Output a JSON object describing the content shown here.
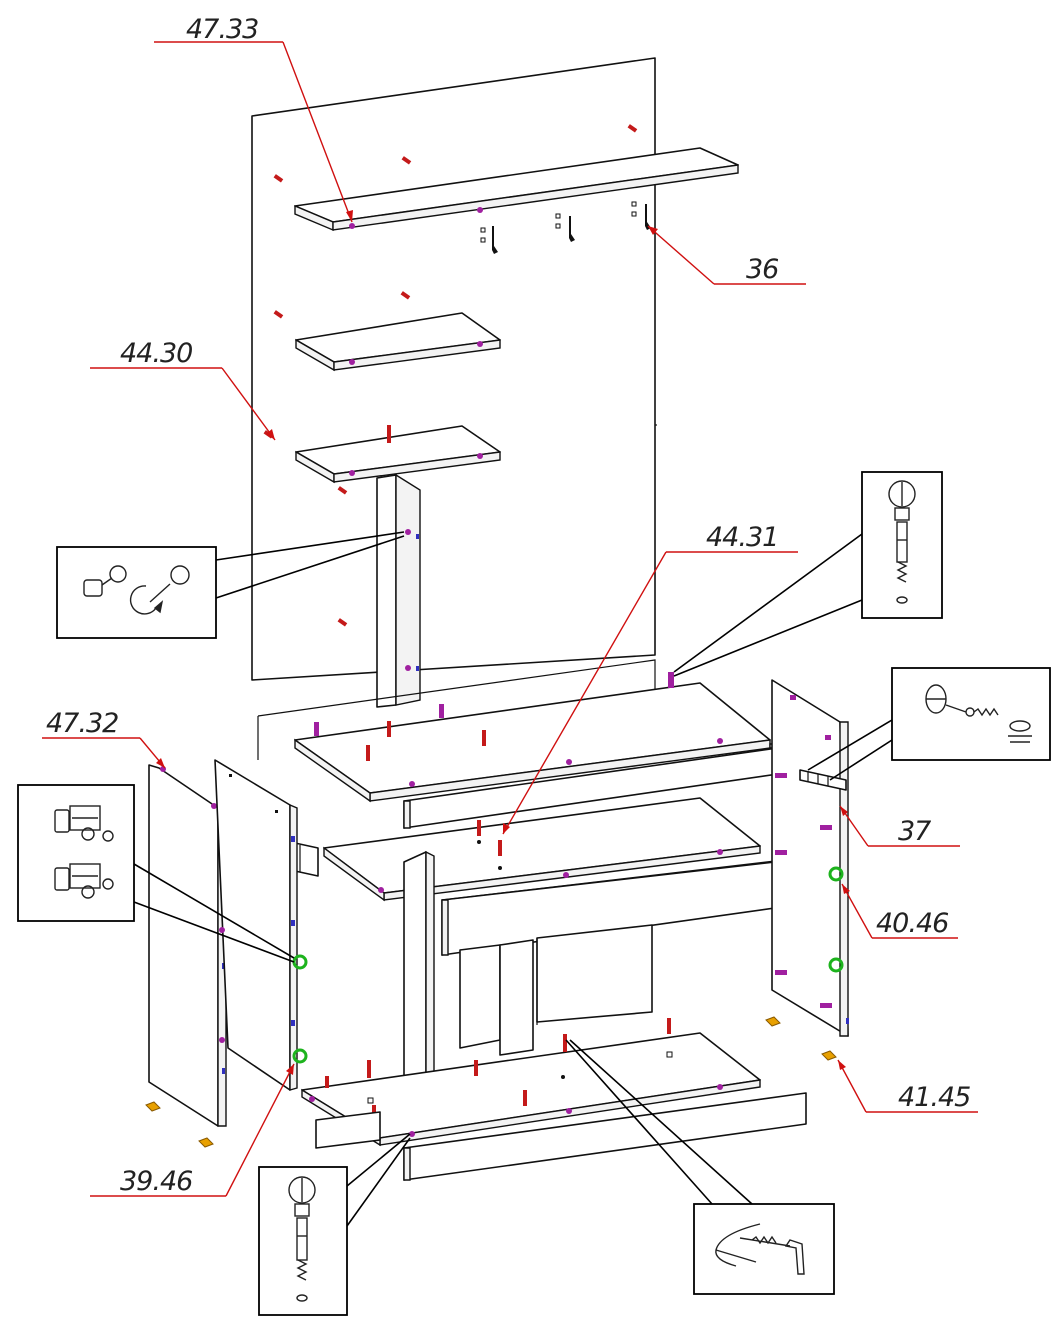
{
  "part_labels": {
    "l_47_33": "47.33",
    "l_36": "36",
    "l_44_30": "44.30",
    "l_44_31": "44.31",
    "l_47_32": "47.32",
    "l_37": "37",
    "l_40_46": "40.46",
    "l_41_45": "41.45",
    "l_39_46": "39.46"
  },
  "colors": {
    "leader": "#d01010",
    "dowel": "#c41a1a",
    "cam_fitting": "#a020a0",
    "shelf_pin": "#3030c0",
    "hinge": "#1db31d",
    "foot": "#e8a000"
  },
  "icons": {
    "callout_cam_lock": "cam-lock-icon",
    "callout_confirmat_top": "confirmat-screw-icon",
    "callout_wood_screw": "wood-screw-icon",
    "callout_hinge": "hinge-icon",
    "callout_confirmat_bottom": "confirmat-screw-icon",
    "callout_hex_key": "hex-key-icon"
  }
}
